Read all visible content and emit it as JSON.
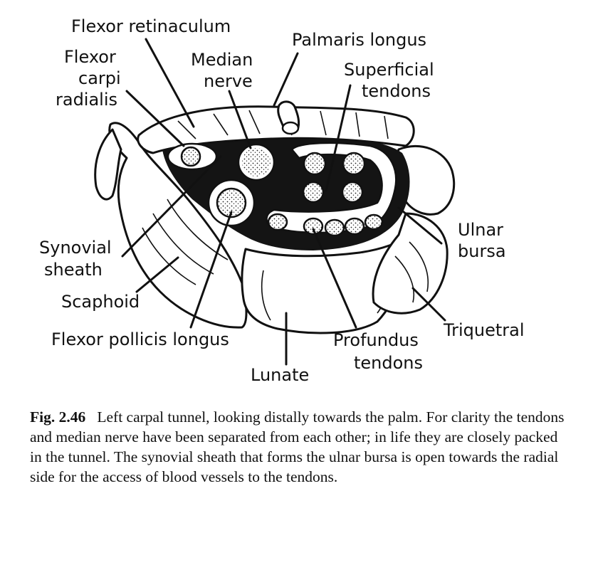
{
  "labels": {
    "flexor_retinaculum": "Flexor retinaculum",
    "palmaris_longus": "Palmaris longus",
    "flexor_carpi_radialis_1": "Flexor",
    "flexor_carpi_radialis_2": "carpi",
    "flexor_carpi_radialis_3": "radialis",
    "median_nerve_1": "Median",
    "median_nerve_2": "nerve",
    "superficial_tendons_1": "Superficial",
    "superficial_tendons_2": "tendons",
    "synovial_sheath_1": "Synovial",
    "synovial_sheath_2": "sheath",
    "ulnar_bursa_1": "Ulnar",
    "ulnar_bursa_2": "bursa",
    "scaphoid": "Scaphoid",
    "flexor_pollicis_longus": "Flexor pollicis longus",
    "triquetral": "Triquetral",
    "profundus_tendons_1": "Profundus",
    "profundus_tendons_2": "tendons",
    "lunate": "Lunate"
  },
  "caption": {
    "fig_number": "Fig. 2.46",
    "text": "Left carpal tunnel, looking distally towards the palm. For clarity the tendons and median nerve have been separated from each other; in life they are closely packed in the tunnel. The synovial sheath that forms the ulnar bursa is open towards the radial side for the access of blood vessels to the tendons."
  }
}
